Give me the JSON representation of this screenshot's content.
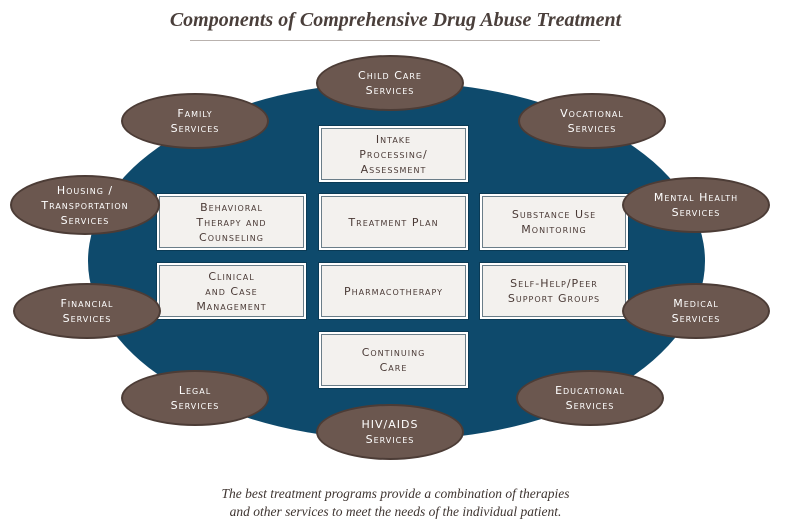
{
  "title": "Components of Comprehensive Drug Abuse Treatment",
  "center_boxes": {
    "intake": "Intake\nProcessing/\nAssessment",
    "behavioral": "Behavioral\nTherapy and\nCounseling",
    "treatment_plan": "Treatment Plan",
    "substance_use": "Substance Use\nMonitoring",
    "clinical": "Clinical\nand Case\nManagement",
    "pharmacotherapy": "Pharmacotherapy",
    "self_help": "Self-Help/Peer\nSupport Groups",
    "continuing_care": "Continuing\nCare"
  },
  "service_ovals": {
    "child_care": "Child Care\nServices",
    "family": "Family\nServices",
    "vocational": "Vocational\nServices",
    "housing": "Housing /\nTransportation\nServices",
    "mental_health": "Mental Health\nServices",
    "financial": "Financial\nServices",
    "medical": "Medical\nServices",
    "legal": "Legal\nServices",
    "educational": "Educational\nServices",
    "hiv_aids": "HIV/AIDS\nServices"
  },
  "caption": {
    "line1": "The best treatment programs provide a combination of therapies",
    "line2": "and other services to meet the needs of the individual patient."
  },
  "colors": {
    "ellipse": "#0e4a6c",
    "oval": "#6b574f",
    "box": "#f3f1ee",
    "text": "#4a3a36"
  }
}
